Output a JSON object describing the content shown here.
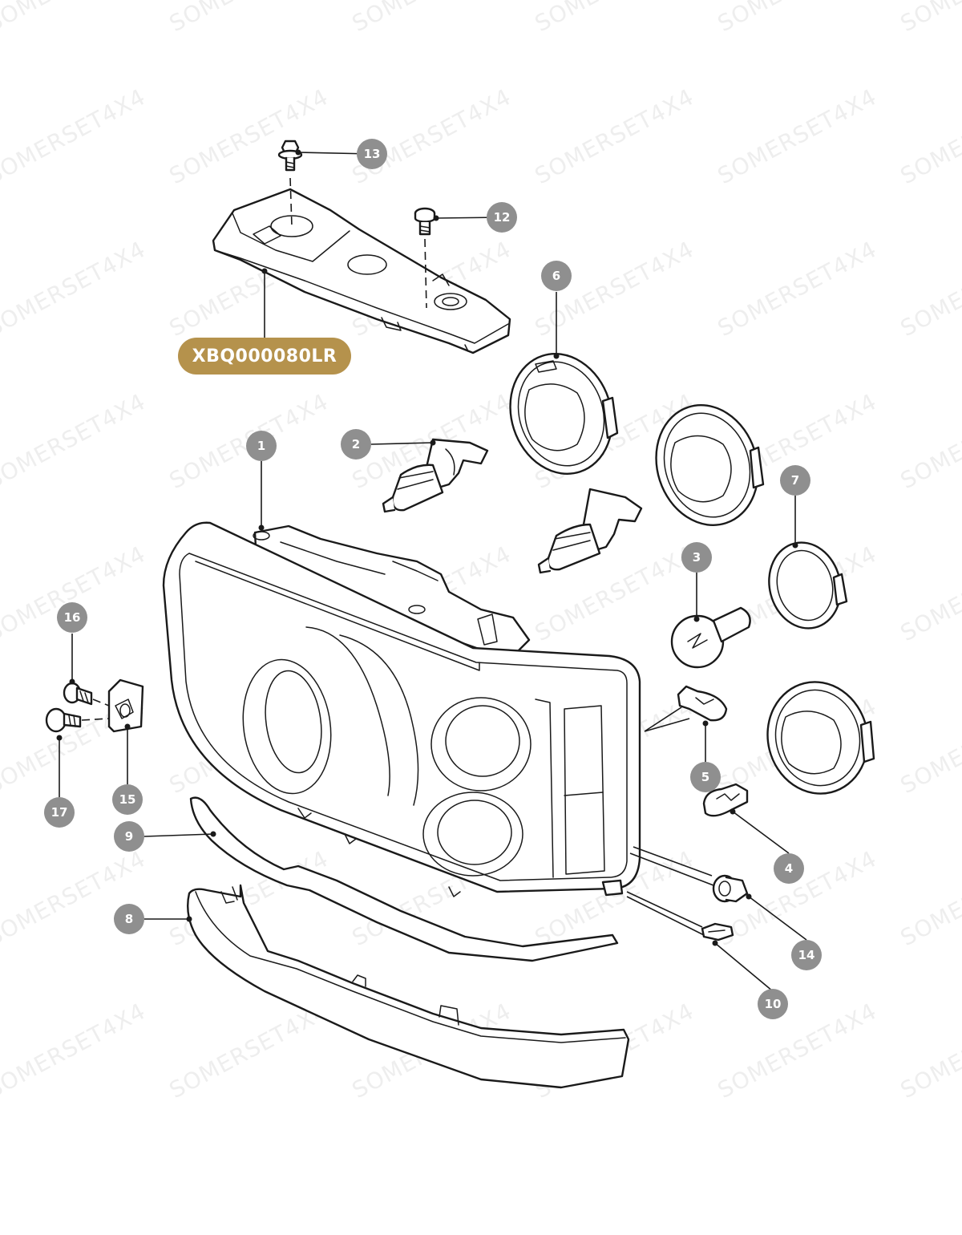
{
  "watermark": {
    "text": "SOMERSET4X4"
  },
  "part_number": {
    "text": "XBQ000080LR",
    "color": "#b5924c"
  },
  "callout_color": "#8f8f8f",
  "callouts": [
    {
      "label": "1"
    },
    {
      "label": "2"
    },
    {
      "label": "3"
    },
    {
      "label": "4"
    },
    {
      "label": "5"
    },
    {
      "label": "6"
    },
    {
      "label": "7"
    },
    {
      "label": "8"
    },
    {
      "label": "9"
    },
    {
      "label": "10"
    },
    {
      "label": "12"
    },
    {
      "label": "13"
    },
    {
      "label": "14"
    },
    {
      "label": "15"
    },
    {
      "label": "16"
    },
    {
      "label": "17"
    }
  ]
}
